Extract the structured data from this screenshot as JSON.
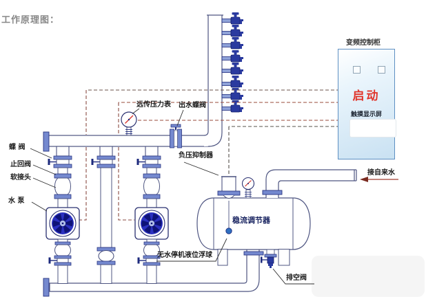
{
  "page": {
    "title": "工作原理图："
  },
  "component_labels": {
    "butterfly_valve": "蝶 阀",
    "check_valve": "止回阀",
    "soft_joint": "软接头",
    "water_pump": "水 泵",
    "remote_pressure_gauge": "远传压力表",
    "outlet_butterfly_valve": "出水蝶阀",
    "negative_pressure_suppressor": "负压抑制器",
    "steady_flow_regulator": "稳流调节器",
    "no_water_stop_level_float": "无水停机液位浮球",
    "drain_valve": "排空阀",
    "tap_water_inlet": "接自来水"
  },
  "control_cabinet": {
    "title": "变频控制柜",
    "start_text": "启动",
    "screen_label": "触摸显示屏"
  },
  "riser": {
    "tap_count": 8,
    "tap_y": [
      30,
      48,
      66,
      85,
      103,
      122,
      140,
      158
    ]
  },
  "colors": {
    "pipe_outline": "#4d5480",
    "flange_fill": "#7589cf",
    "valve_navy": "#1d2a7d",
    "impeller_blue": "#2b31c0",
    "signal_dash_red": "#8a4a42",
    "signal_dash_dark": "#55504a",
    "start_red": "#e0352b",
    "inlet_arrow": "#8a3a2a",
    "float_ball": "#2f6fc0",
    "cabinet_fill": "#c9e1f2"
  }
}
